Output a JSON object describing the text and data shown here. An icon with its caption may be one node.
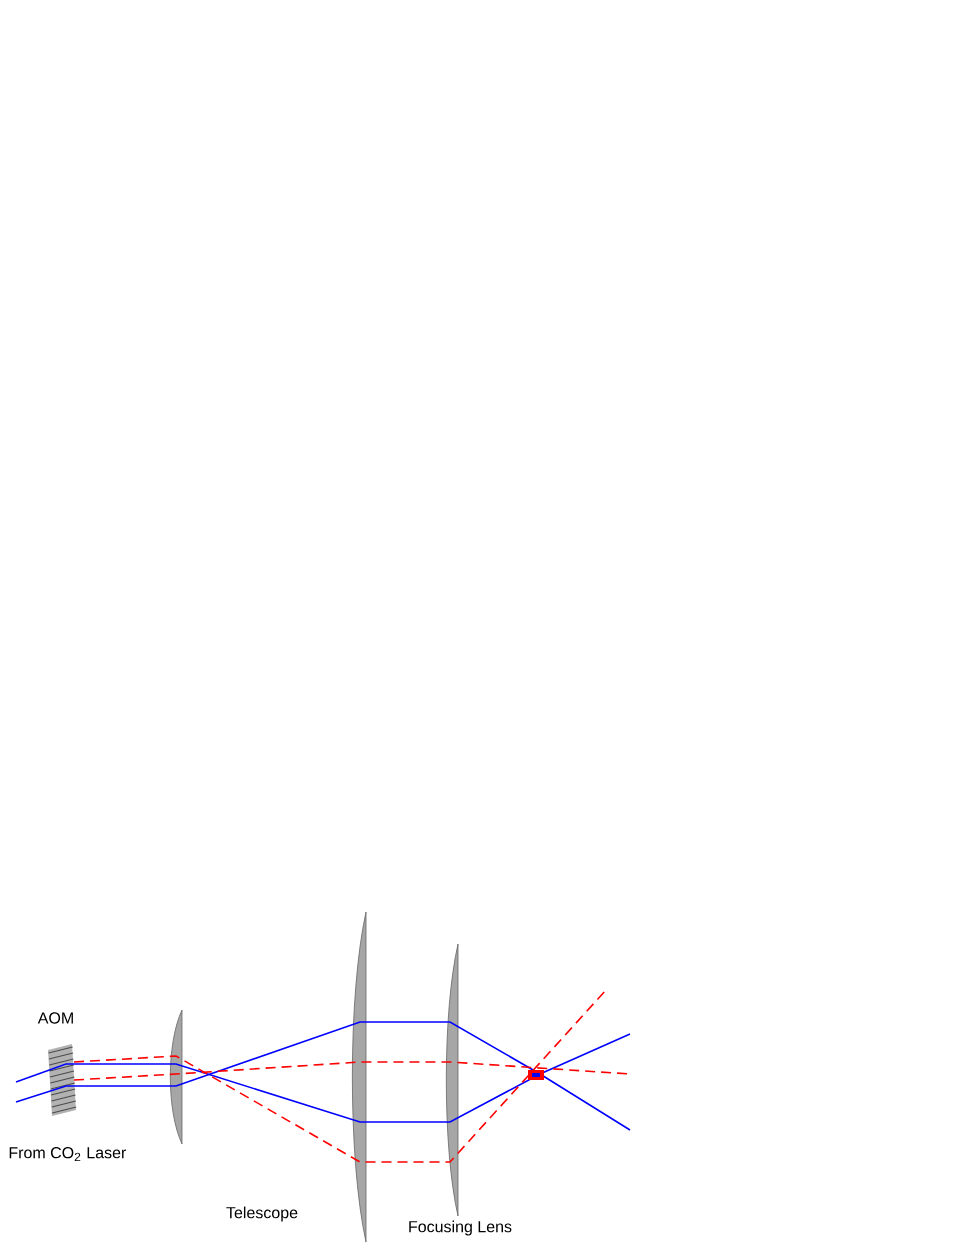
{
  "diagram": {
    "labels": [
      "AOM",
      "From CO$_{2}$ Laser",
      "Telescope",
      "Focusing Lens"
    ]
  }
}
